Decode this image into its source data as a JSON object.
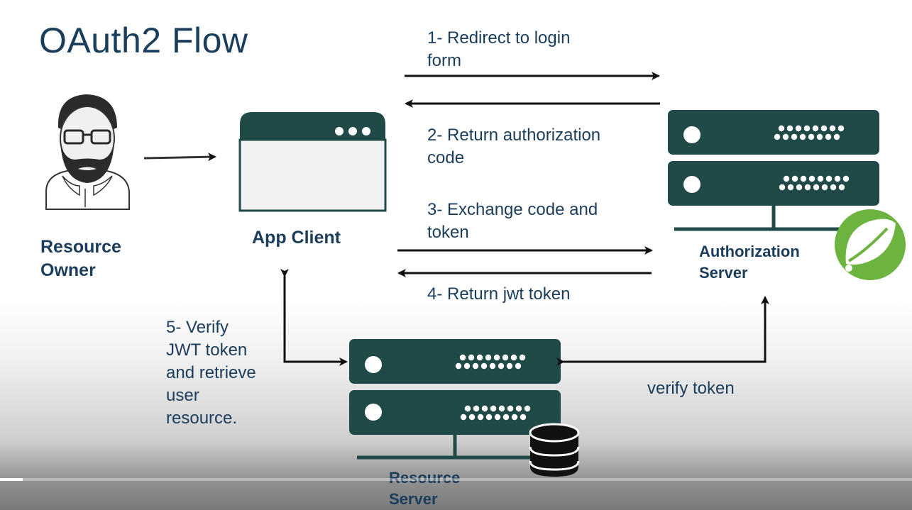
{
  "title": "OAuth2 Flow",
  "nodes": {
    "resource_owner": "Resource\nOwner",
    "app_client": "App Client",
    "authorization_server": "Authorization\nServer",
    "resource_server": "Resource\nServer"
  },
  "steps": {
    "step1": "1- Redirect to login\nform",
    "step2": "2- Return authorization\ncode",
    "step3": "3- Exchange code and\ntoken",
    "step4": "4- Return jwt token",
    "step5": "5- Verify\nJWT token\nand retrieve\nuser\nresource.",
    "verify": "verify token"
  },
  "colors": {
    "primary": "#1b3d5c",
    "server": "#1f4a48",
    "spring": "#6db33f",
    "arrow": "#111111"
  },
  "video_progress_fraction": 0.025
}
